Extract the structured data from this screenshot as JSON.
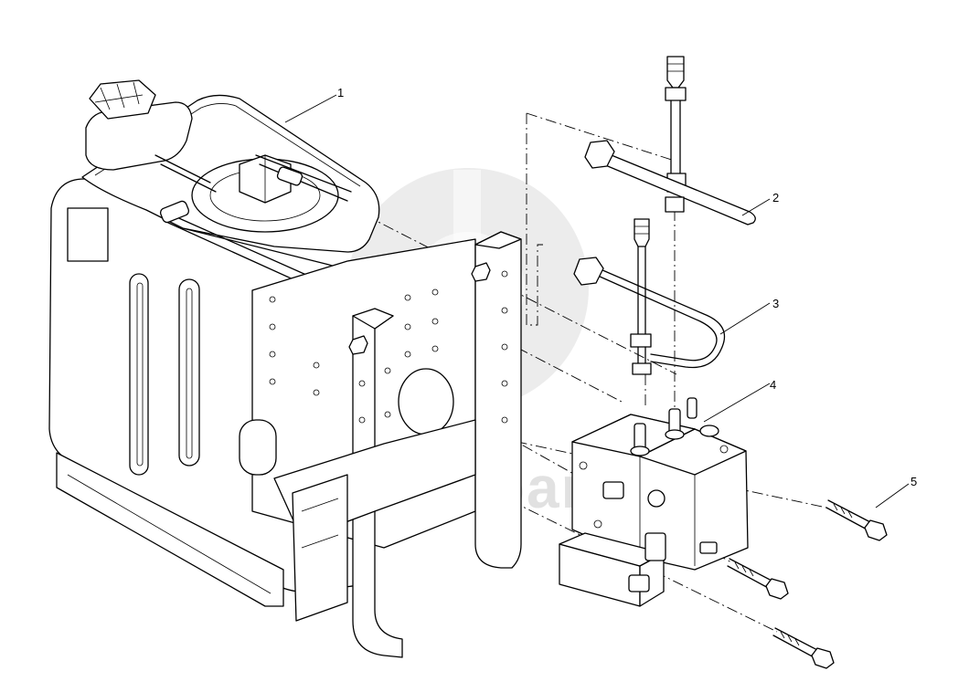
{
  "watermark": {
    "text": "data-parts",
    "color": "#c9c9c9"
  },
  "callouts": [
    {
      "id": "1",
      "label": "1"
    },
    {
      "id": "2",
      "label": "2"
    },
    {
      "id": "3",
      "label": "3"
    },
    {
      "id": "4",
      "label": "4"
    },
    {
      "id": "5",
      "label": "5"
    }
  ],
  "parts": [
    {
      "ref": "1",
      "icon": "tank-icon"
    },
    {
      "ref": "2",
      "icon": "tee-pipe-icon"
    },
    {
      "ref": "3",
      "icon": "u-pipe-icon"
    },
    {
      "ref": "4",
      "icon": "pump-module-icon"
    },
    {
      "ref": "5",
      "icon": "bolt-icon"
    }
  ]
}
